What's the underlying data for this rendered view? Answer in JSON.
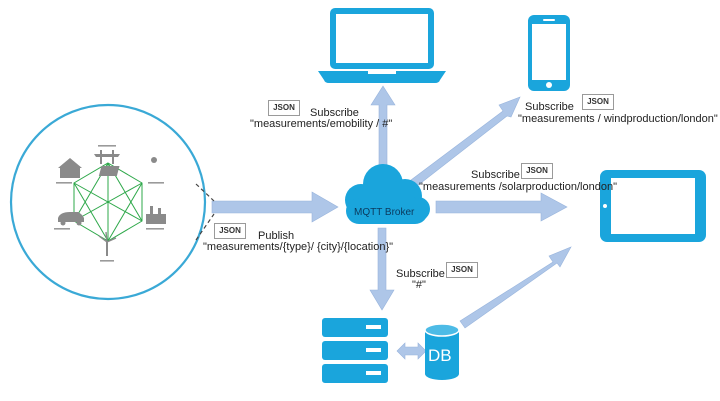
{
  "broker": {
    "label": "MQTT Broker"
  },
  "database": {
    "label": "DB"
  },
  "format_badge": "JSON",
  "connections": {
    "publish": {
      "action": "Publish",
      "topic": "\"measurements/{type}/ {city}/{location}\""
    },
    "laptop": {
      "action": "Subscribe",
      "topic": "\"measurements/emobility / #\""
    },
    "phone": {
      "action": "Subscribe",
      "topic": "\"measurements / windproduction/london\""
    },
    "tablet": {
      "action": "Subscribe",
      "topic": "\"measurements /solarproduction/london\""
    },
    "server": {
      "action": "Subscribe",
      "topic": "\"#\""
    }
  },
  "colors": {
    "device": "#1aa5dc",
    "arrow": "#aec6e8",
    "ring": "#3aa9d6",
    "mesh": "#2ea84a"
  },
  "icons": [
    "laptop-icon",
    "smartphone-icon",
    "tablet-icon",
    "cloud-icon",
    "server-rack-icon",
    "database-icon",
    "power-meter-icon"
  ]
}
